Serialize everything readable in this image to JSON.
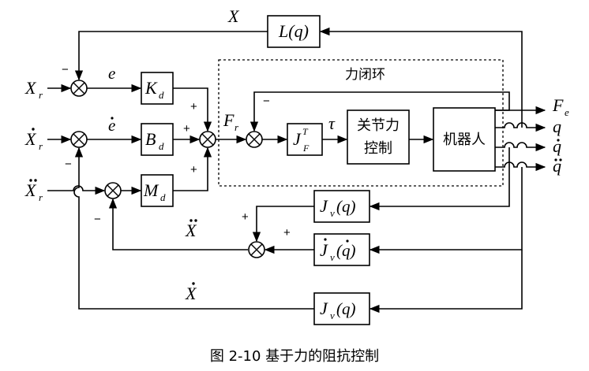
{
  "caption": "图 2-10  基于力的阻抗控制",
  "region_title": "力闭环",
  "blocks": {
    "L": "L(q)",
    "Kd": "K",
    "Kd_sub": "d",
    "Bd": "B",
    "Bd_sub": "d",
    "Md": "M",
    "Md_sub": "d",
    "JF": "J",
    "JF_sup": "T",
    "JF_sub": "F",
    "joint_ctrl_line1": "关节力",
    "joint_ctrl_line2": "控制",
    "robot": "机器人",
    "Jv1": "J",
    "Jv1_sub": "v",
    "Jv1_arg": "(q)",
    "Jv2": "J",
    "Jv2_sub": "v",
    "Jv2_arg": "(q)",
    "Jv3": "J",
    "Jv3_sub": "v",
    "Jv3_arg": "(q)"
  },
  "signals": {
    "X_top": "X",
    "Xr": "X",
    "Xr_sub": "r",
    "Xr_dot": "X",
    "Xr_dot_sub": "r",
    "Xr_ddot": "X",
    "Xr_ddot_sub": "r",
    "e": "e",
    "e_dot": "e",
    "Fr": "F",
    "Fr_sub": "r",
    "tau": "τ",
    "Fe": "F",
    "Fe_sub": "e",
    "q": "q",
    "q_dot": "q",
    "q_ddot": "q",
    "X_ddot_fb": "X",
    "X_dot_bottom": "X"
  },
  "signs": {
    "minus": "−",
    "plus": "+"
  }
}
